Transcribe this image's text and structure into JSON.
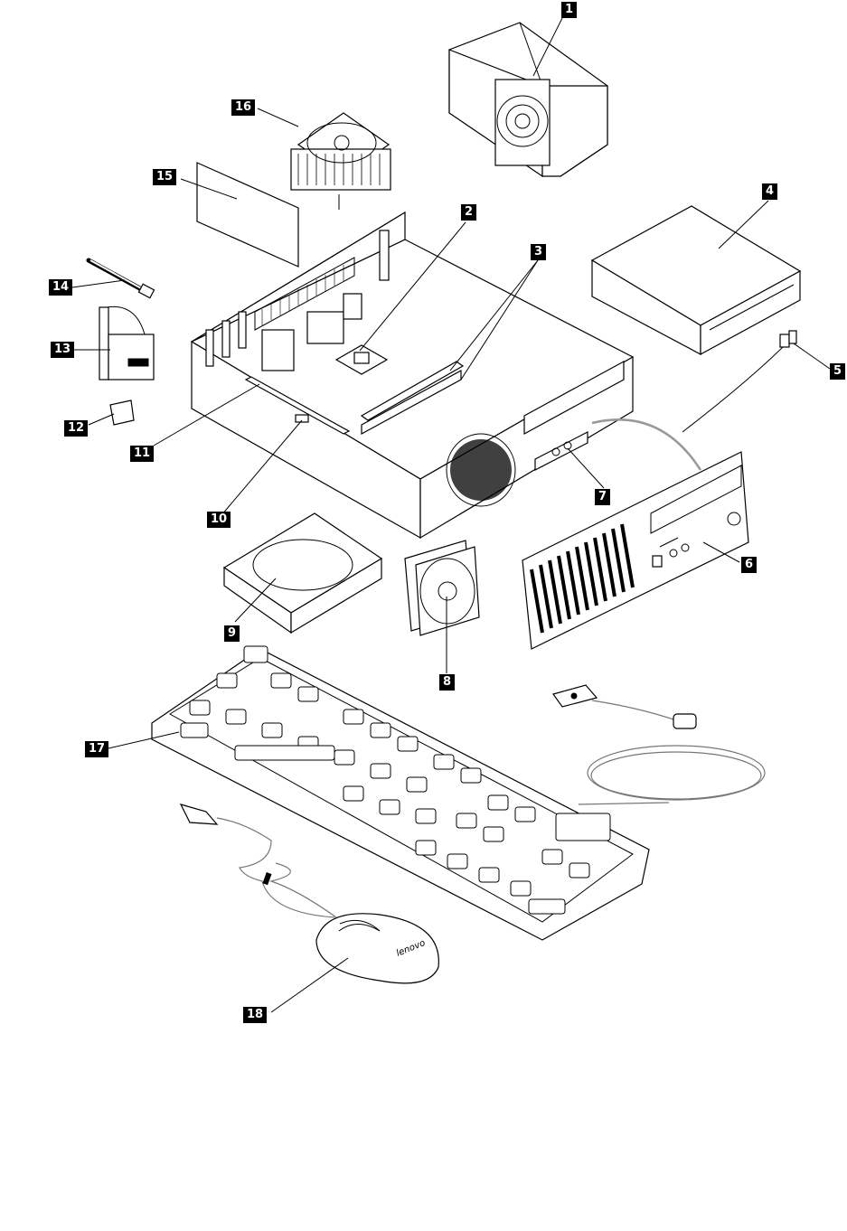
{
  "callouts": {
    "c1": "1",
    "c2": "2",
    "c3": "3",
    "c4": "4",
    "c5": "5",
    "c6": "6",
    "c7": "7",
    "c8": "8",
    "c9": "9",
    "c10": "10",
    "c11": "11",
    "c12": "12",
    "c13": "13",
    "c14": "14",
    "c15": "15",
    "c16": "16",
    "c17": "17",
    "c18": "18"
  },
  "mouse_brand": "lenovo",
  "colors": {
    "ink": "#000000",
    "paper": "#ffffff",
    "cable": "#999999"
  }
}
